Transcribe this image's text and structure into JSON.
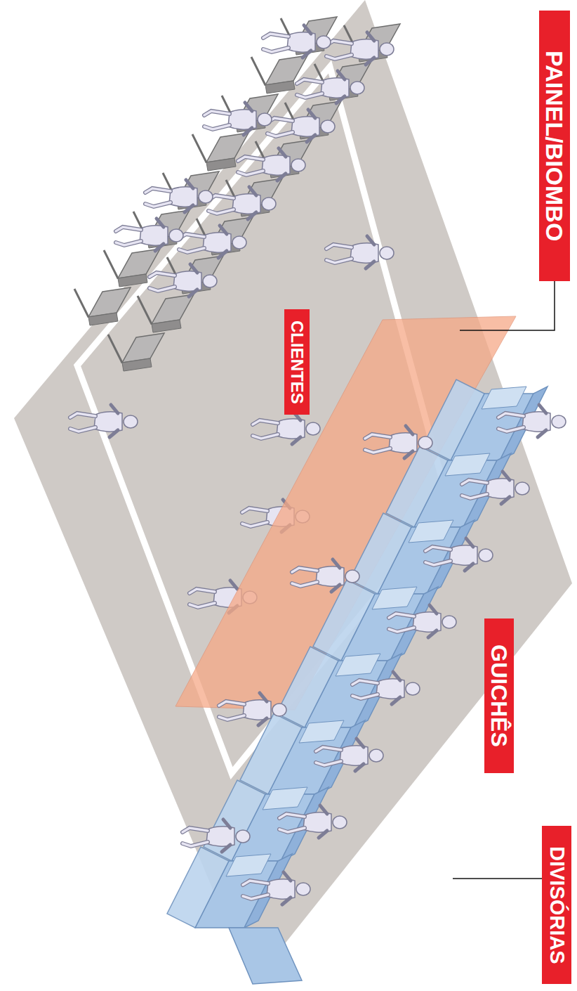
{
  "diagram": {
    "nodes": [
      {
        "text": [
          "PAINEL/BIOMBO"
        ]
      },
      {
        "text": [
          "CLIENTES"
        ]
      },
      {
        "text": [
          "GUICHÊS"
        ]
      },
      {
        "text": [
          "DIVISÓRIAS"
        ]
      }
    ]
  }
}
